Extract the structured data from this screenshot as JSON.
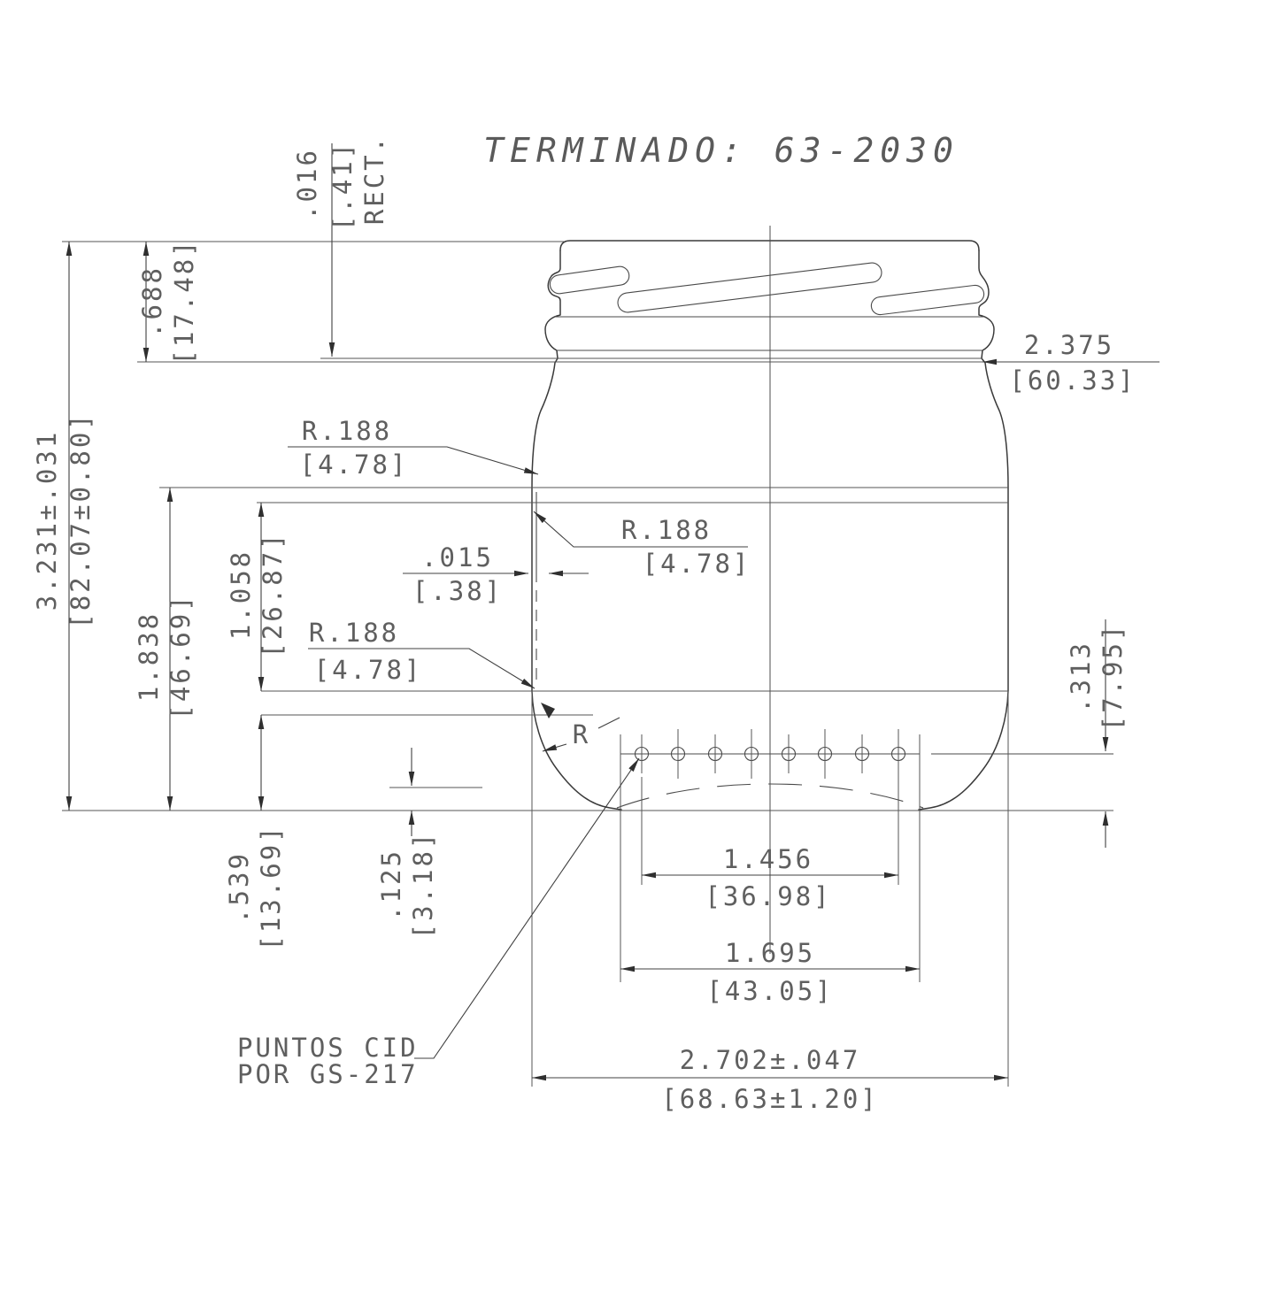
{
  "drawing": {
    "title": "TERMINADO: 63-2030",
    "notes": {
      "cid_line1": "PUNTOS CID",
      "cid_line2": "POR GS-217",
      "radius_marker": "R",
      "cid_dots_count": 8
    },
    "dims": {
      "rect_step": {
        "in": ".016",
        "mm": "[.41]",
        "note": "RECT."
      },
      "finish_height": {
        "in": ".688",
        "mm": "[17.48]"
      },
      "overall_height": {
        "in": "3.231±.031",
        "mm": "[82.07±0.80]"
      },
      "body_height": {
        "in": "1.838",
        "mm": "[46.69]"
      },
      "panel_height": {
        "in": "1.058",
        "mm": "[26.87]"
      },
      "shoulder_radius": {
        "in": "R.188",
        "mm": "[4.78]"
      },
      "panel_radius": {
        "in": "R.188",
        "mm": "[4.78]"
      },
      "heel_radius": {
        "in": "R.188",
        "mm": "[4.78]"
      },
      "wall_offset": {
        "in": ".015",
        "mm": "[.38]"
      },
      "finish_diameter": {
        "in": "2.375",
        "mm": "[60.33]"
      },
      "base_corner_height": {
        "in": ".313",
        "mm": "[7.95]"
      },
      "heel_height": {
        "in": ".539",
        "mm": "[13.69]"
      },
      "pushup_height": {
        "in": ".125",
        "mm": "[3.18]"
      },
      "cid_inner_span": {
        "in": "1.456",
        "mm": "[36.98]"
      },
      "cid_outer_span": {
        "in": "1.695",
        "mm": "[43.05]"
      },
      "body_diameter": {
        "in": "2.702±.047",
        "mm": "[68.63±1.20]"
      }
    }
  }
}
